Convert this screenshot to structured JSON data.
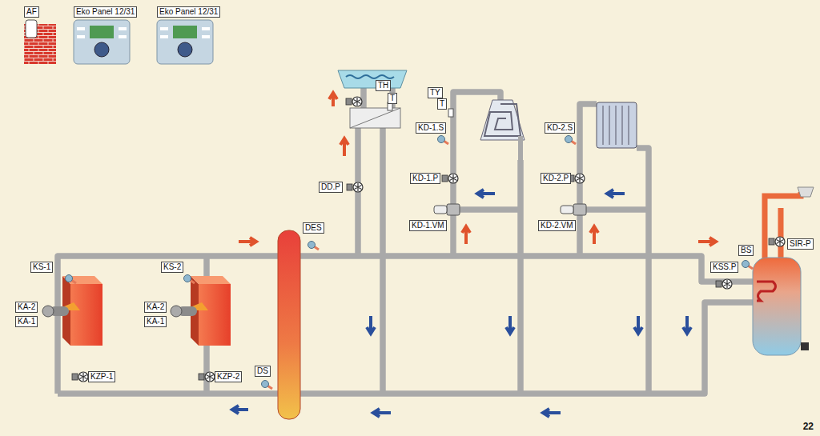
{
  "diagram": {
    "nodes": [
      {
        "text": [
          "AF"
        ]
      },
      {
        "text": [
          "Eko Panel 12/31"
        ]
      },
      {
        "text": [
          "Eko Panel 12/31"
        ]
      },
      {
        "text": [
          "TH"
        ]
      },
      {
        "text": [
          "T"
        ]
      },
      {
        "text": [
          "TY"
        ]
      },
      {
        "text": [
          "T"
        ]
      },
      {
        "text": [
          "KD-1.S"
        ]
      },
      {
        "text": [
          "KD-1.P"
        ]
      },
      {
        "text": [
          "KD-1.VM"
        ]
      },
      {
        "text": [
          "KD-2.S"
        ]
      },
      {
        "text": [
          "KD-2.P"
        ]
      },
      {
        "text": [
          "KD-2.VM"
        ]
      },
      {
        "text": [
          "DD.P"
        ]
      },
      {
        "text": [
          "DES"
        ]
      },
      {
        "text": [
          "KS-1"
        ]
      },
      {
        "text": [
          "KS-2"
        ]
      },
      {
        "text": [
          "KA-2"
        ]
      },
      {
        "text": [
          "KA-1"
        ]
      },
      {
        "text": [
          "KA-2"
        ]
      },
      {
        "text": [
          "KA-1"
        ]
      },
      {
        "text": [
          "KZP-1"
        ]
      },
      {
        "text": [
          "KZP-2"
        ]
      },
      {
        "text": [
          "DS"
        ]
      },
      {
        "text": [
          "BS"
        ]
      },
      {
        "text": [
          "KSS.P"
        ]
      },
      {
        "text": [
          "SIR-P"
        ]
      }
    ],
    "labels": [
      "22"
    ]
  }
}
